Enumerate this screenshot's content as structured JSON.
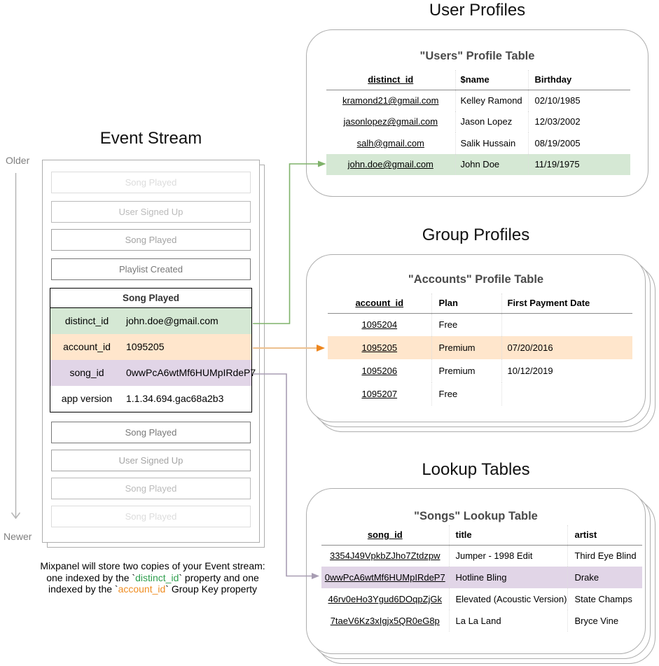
{
  "colors": {
    "green_highlight": "#d5e8d4",
    "orange_highlight": "#ffe6cc",
    "purple_highlight": "#e1d5e7",
    "green_arrow": "#7fb26a",
    "orange_arrow": "#ee861d",
    "purple_arrow": "#a89db3",
    "caption_green": "#2e9e4d",
    "caption_orange": "#ef8d22"
  },
  "event_stream": {
    "title": "Event Stream",
    "older_label": "Older",
    "newer_label": "Newer",
    "events_before": [
      {
        "label": "Song Played"
      },
      {
        "label": "User Signed Up"
      },
      {
        "label": "Song Played"
      },
      {
        "label": "Playlist Created"
      }
    ],
    "expanded_event": {
      "title": "Song Played",
      "properties": [
        {
          "key": "distinct_id",
          "value": "john.doe@gmail.com",
          "highlight": "green"
        },
        {
          "key": "account_id",
          "value": "1095205",
          "highlight": "orange"
        },
        {
          "key": "song_id",
          "value": "0wwPcA6wtMf6HUMpIRdeP7",
          "highlight": "purple"
        },
        {
          "key": "app version",
          "value": "1.1.34.694.gac68a2b3",
          "highlight": "none"
        }
      ]
    },
    "events_after": [
      {
        "label": "Song Played"
      },
      {
        "label": "User Signed Up"
      },
      {
        "label": "Song Played"
      },
      {
        "label": "Song Played"
      }
    ]
  },
  "user_profiles": {
    "section_title": "User Profiles",
    "table_title": "\"Users\" Profile Table",
    "columns": [
      "distinct_id",
      "$name",
      "Birthday"
    ],
    "rows": [
      [
        "kramond21@gmail.com",
        "Kelley Ramond",
        "02/10/1985"
      ],
      [
        "jasonlopez@gmail.com",
        "Jason Lopez",
        "12/03/2002"
      ],
      [
        "salh@gmail.com",
        "Salik Hussain",
        "08/19/2005"
      ],
      [
        "john.doe@gmail.com",
        "John Doe",
        "11/19/1975"
      ]
    ],
    "highlighted_row": 3
  },
  "group_profiles": {
    "section_title": "Group Profiles",
    "table_title": "\"Accounts\" Profile Table",
    "columns": [
      "account_id",
      "Plan",
      "First Payment Date"
    ],
    "rows": [
      [
        "1095204",
        "Free",
        ""
      ],
      [
        "1095205",
        "Premium",
        "07/20/2016"
      ],
      [
        "1095206",
        "Premium",
        "10/12/2019"
      ],
      [
        "1095207",
        "Free",
        ""
      ]
    ],
    "highlighted_row": 1
  },
  "lookup_tables": {
    "section_title": "Lookup Tables",
    "table_title": "\"Songs\" Lookup Table",
    "columns": [
      "song_id",
      "title",
      "artist"
    ],
    "rows": [
      [
        "3354J49VpkbZJho7Ztdzpw",
        "Jumper - 1998 Edit",
        "Third Eye Blind"
      ],
      [
        "0wwPcA6wtMf6HUMpIRdeP7",
        "Hotline Bling",
        "Drake"
      ],
      [
        "46rv0eHo3Ygud6DOqpZjGk",
        "Elevated (Acoustic Version)",
        "State Champs"
      ],
      [
        "7taeV6Kz3xIgjx5QR0eG8p",
        "La La Land",
        "Bryce Vine"
      ]
    ],
    "highlighted_row": 1
  },
  "caption": {
    "line1": "Mixpanel will store two copies of your Event stream:",
    "line2_pre": "one indexed by the `",
    "line2_code": "distinct_id",
    "line2_post": "` property and one",
    "line3_pre": "indexed by the `",
    "line3_code": "account_id",
    "line3_post": "` Group Key property"
  }
}
